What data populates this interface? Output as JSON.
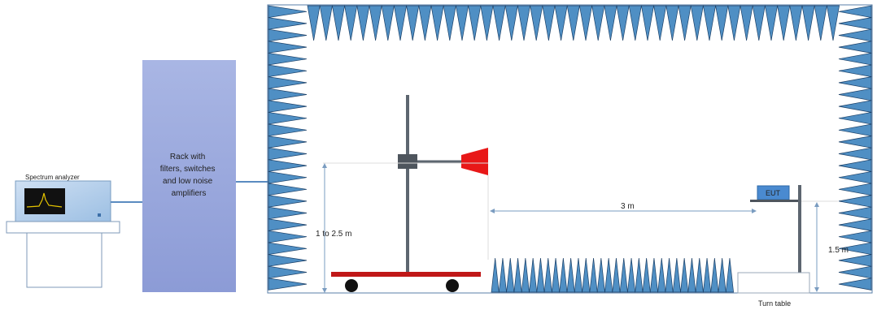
{
  "spectrum_analyzer": {
    "label": "Spectrum analyzer"
  },
  "rack": {
    "lines": [
      "Rack with",
      "filters, switches",
      "and low noise",
      "amplifiers"
    ]
  },
  "eut": {
    "label": "EUT"
  },
  "dimensions": {
    "antenna_height": "1 to 2.5 m",
    "distance": "3 m",
    "eut_height": "1.5 m"
  },
  "turn_table": {
    "label": "Turn table"
  },
  "colors": {
    "absorber": "#4f8fc4",
    "absorber_edge": "#1b3f66",
    "rack": "#9aa8dc",
    "antenna_horn": "#e81818",
    "trolley": "#c01818",
    "mast": "#606870"
  }
}
